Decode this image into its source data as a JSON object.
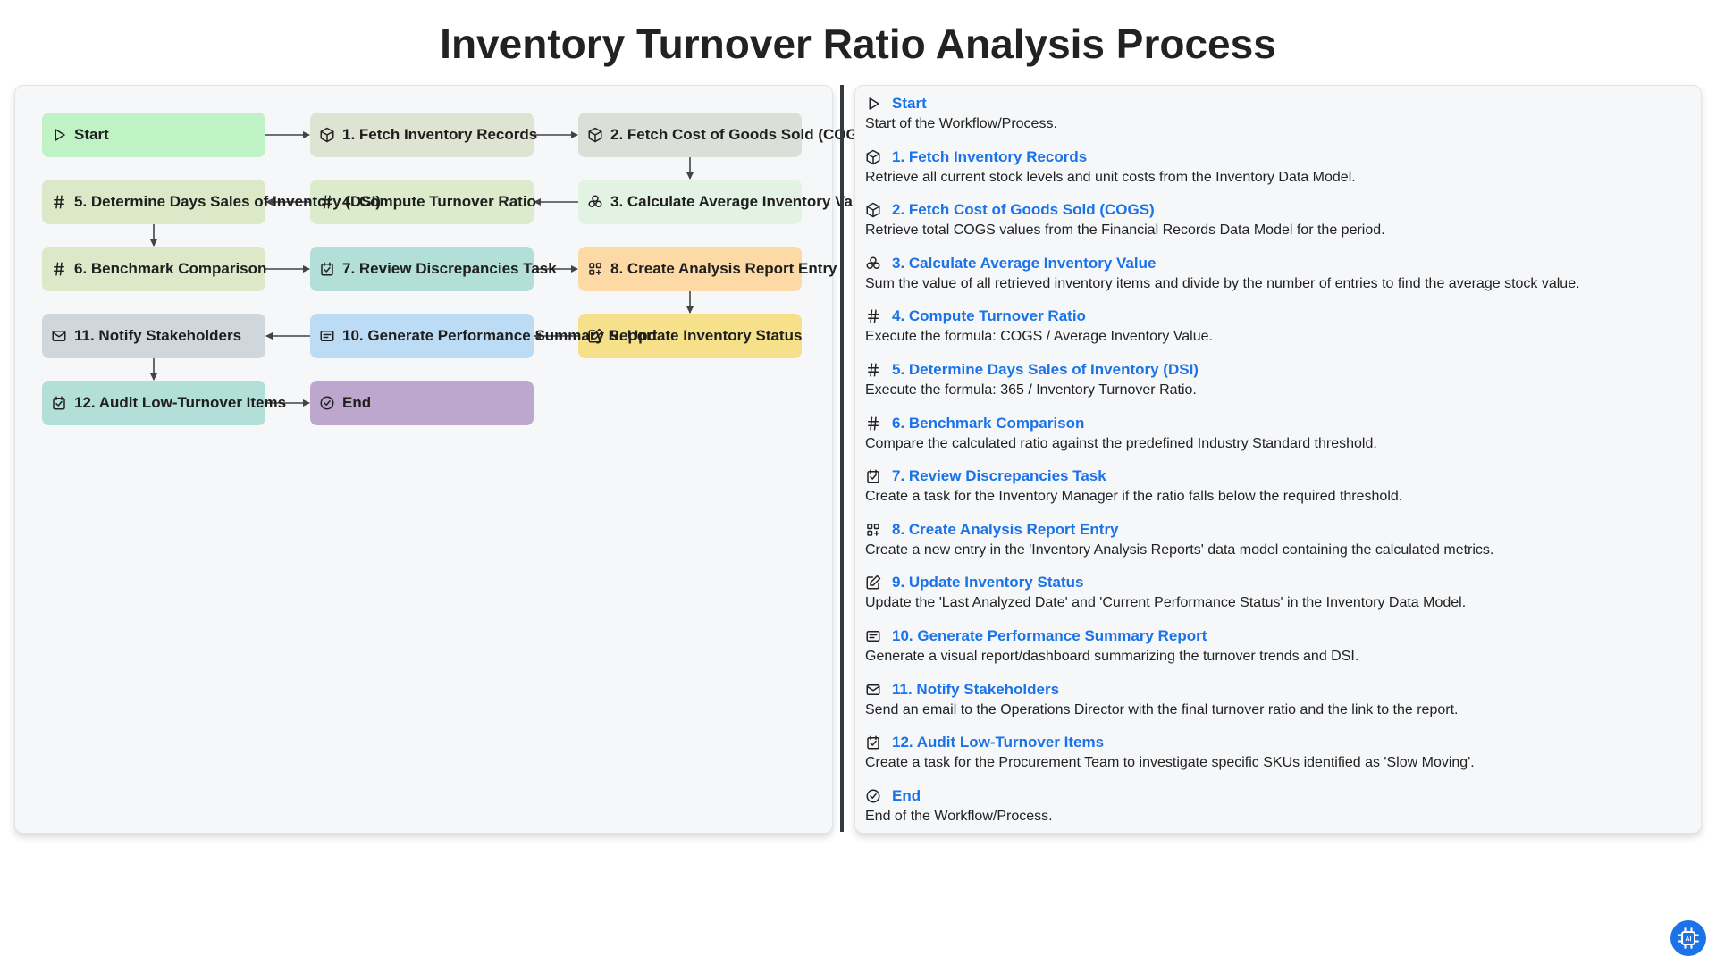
{
  "title": "Inventory Turnover Ratio Analysis Process",
  "nodes": [
    {
      "label": "Start",
      "icon": "play-icon",
      "color": "#bff2c5"
    },
    {
      "label": "1. Fetch Inventory Records",
      "icon": "cube-icon",
      "color": "#dfe3d2"
    },
    {
      "label": "2. Fetch Cost of Goods Sold (COGS)",
      "icon": "cube-icon",
      "color": "#dadfd7"
    },
    {
      "label": "3. Calculate Average Inventory Value",
      "icon": "biohazard-icon",
      "color": "#e2f3e4"
    },
    {
      "label": "4. Compute Turnover Ratio",
      "icon": "hash-icon",
      "color": "#dcebcc"
    },
    {
      "label": "5. Determine Days Sales of Inventory (DSI)",
      "icon": "hash-icon",
      "color": "#dce9c9"
    },
    {
      "label": "6. Benchmark Comparison",
      "icon": "hash-icon",
      "color": "#dde8c9"
    },
    {
      "label": "7. Review Discrepancies Task",
      "icon": "checkbox-icon",
      "color": "#b2dfd8"
    },
    {
      "label": "8. Create Analysis Report Entry",
      "icon": "grid-plus-icon",
      "color": "#fdd9a6"
    },
    {
      "label": "9. Update Inventory Status",
      "icon": "edit-icon",
      "color": "#f6e18a"
    },
    {
      "label": "10. Generate Performance Summary Report",
      "icon": "card-icon",
      "color": "#bcdcf5"
    },
    {
      "label": "11. Notify Stakeholders",
      "icon": "mail-icon",
      "color": "#cfd6dc"
    },
    {
      "label": "12. Audit Low-Turnover Items",
      "icon": "checkbox-icon",
      "color": "#b2dfd8"
    },
    {
      "label": "End",
      "icon": "check-circle-icon",
      "color": "#bda7cf"
    }
  ],
  "steps": [
    {
      "title": "Start",
      "icon": "play-icon",
      "desc": "Start of the Workflow/Process."
    },
    {
      "title": "1. Fetch Inventory Records",
      "icon": "cube-icon",
      "desc": "Retrieve all current stock levels and unit costs from the Inventory Data Model."
    },
    {
      "title": "2. Fetch Cost of Goods Sold (COGS)",
      "icon": "cube-icon",
      "desc": "Retrieve total COGS values from the Financial Records Data Model for the period."
    },
    {
      "title": "3. Calculate Average Inventory Value",
      "icon": "biohazard-icon",
      "desc": "Sum the value of all retrieved inventory items and divide by the number of entries to find the average stock value."
    },
    {
      "title": "4. Compute Turnover Ratio",
      "icon": "hash-icon",
      "desc": "Execute the formula: COGS / Average Inventory Value."
    },
    {
      "title": "5. Determine Days Sales of Inventory (DSI)",
      "icon": "hash-icon",
      "desc": "Execute the formula: 365 / Inventory Turnover Ratio."
    },
    {
      "title": "6. Benchmark Comparison",
      "icon": "hash-icon",
      "desc": "Compare the calculated ratio against the predefined Industry Standard threshold."
    },
    {
      "title": "7. Review Discrepancies Task",
      "icon": "checkbox-icon",
      "desc": "Create a task for the Inventory Manager if the ratio falls below the required threshold."
    },
    {
      "title": "8. Create Analysis Report Entry",
      "icon": "grid-plus-icon",
      "desc": "Create a new entry in the 'Inventory Analysis Reports' data model containing the calculated metrics."
    },
    {
      "title": "9. Update Inventory Status",
      "icon": "edit-icon",
      "desc": "Update the 'Last Analyzed Date' and 'Current Performance Status' in the Inventory Data Model."
    },
    {
      "title": "10. Generate Performance Summary Report",
      "icon": "card-icon",
      "desc": "Generate a visual report/dashboard summarizing the turnover trends and DSI."
    },
    {
      "title": "11. Notify Stakeholders",
      "icon": "mail-icon",
      "desc": "Send an email to the Operations Director with the final turnover ratio and the link to the report."
    },
    {
      "title": "12. Audit Low-Turnover Items",
      "icon": "checkbox-icon",
      "desc": "Create a task for the Procurement Team to investigate specific SKUs identified as 'Slow Moving'."
    },
    {
      "title": "End",
      "icon": "check-circle-icon",
      "desc": "End of the Workflow/Process."
    }
  ],
  "colors": {
    "accent": "#1a73e8",
    "arrow": "#444444",
    "divider": "#343a40"
  },
  "badge_icon": "ai-chip-icon"
}
